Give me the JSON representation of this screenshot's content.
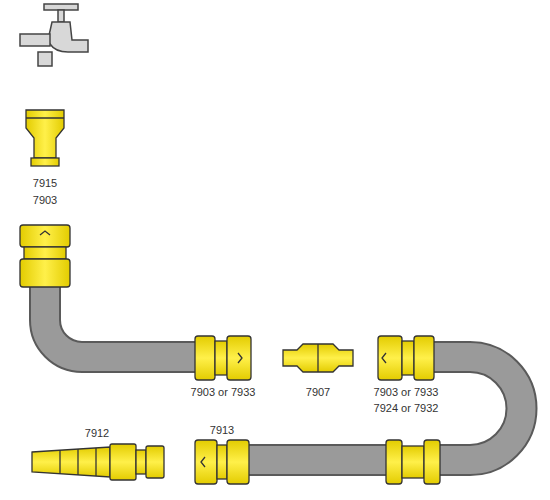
{
  "diagram": {
    "labels": [
      "7915",
      "7903",
      "7903 or 7933",
      "7907",
      "7903 or 7933",
      "7924 or 7932",
      "7912",
      "7913"
    ]
  }
}
